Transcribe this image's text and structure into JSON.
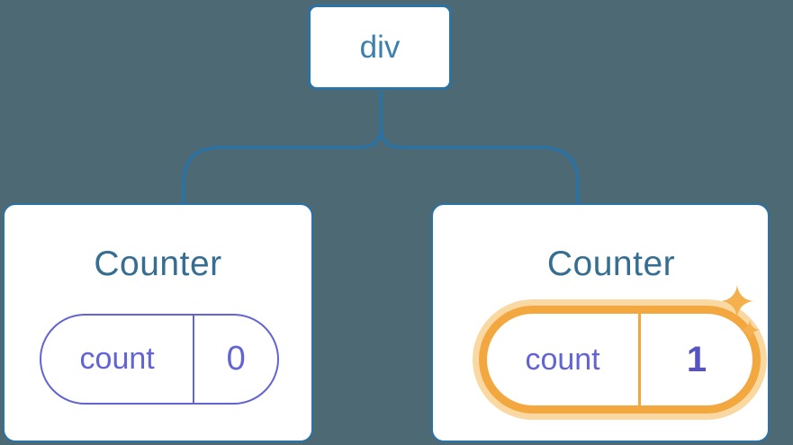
{
  "diagram": {
    "description": "component-tree",
    "root": {
      "label": "div"
    },
    "children": [
      {
        "title": "Counter",
        "state": {
          "name": "count",
          "value": "0"
        },
        "highlighted": false
      },
      {
        "title": "Counter",
        "state": {
          "name": "count",
          "value": "1"
        },
        "highlighted": true
      }
    ]
  },
  "colors": {
    "bg": "#4d6974",
    "line": "#2b72a5",
    "nodeText": "#3a7fae",
    "title": "#356e91",
    "purple": "#6264d4",
    "valueBold": "#5553c6",
    "orange": "#f3a73f",
    "halo": "#fad8a2",
    "sparkle": "#f5b04e",
    "cardBg": "#ffffff"
  }
}
